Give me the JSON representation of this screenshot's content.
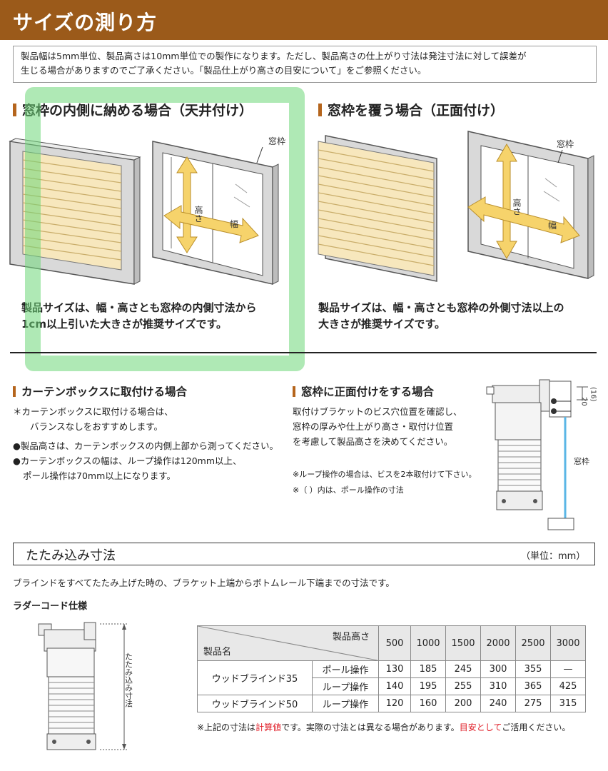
{
  "header": {
    "title": "サイズの測り方",
    "bg_color": "#9b5a1a"
  },
  "notice": {
    "line1": "製品幅は5mm単位、製品高さは10mm単位での製作になります。ただし、製品高さの仕上がり寸法は発注寸法に対して誤差が",
    "line2": "生じる場合がありますのでご了承ください。「製品仕上がり高さの目安について」をご参照ください。"
  },
  "inside": {
    "title": "窓枠の内側に納める場合（天井付け）",
    "frame_label": "窓枠",
    "height_label": "高さ",
    "width_label": "幅",
    "caption1": "製品サイズは、幅・高さとも窓枠の内側寸法から",
    "caption2": "1cm以上引いた大きさが推奨サイズです。"
  },
  "outside": {
    "title": "窓枠を覆う場合（正面付け）",
    "frame_label": "窓枠",
    "height_label": "高さ",
    "width_label": "幅",
    "caption1": "製品サイズは、幅・高さとも窓枠の外側寸法以上の",
    "caption2": "大きさが推奨サイズです。"
  },
  "curtain_box": {
    "title": "カーテンボックスに取付ける場合",
    "line1": "＊カーテンボックスに取付ける場合は、",
    "line2": "バランスなしをおすすめします。",
    "line3": "●製品高さは、カーテンボックスの内側上部から測ってください。",
    "line4": "●カーテンボックスの幅は、ループ操作は120mm以上、",
    "line5": "ポール操作は70mm以上になります。"
  },
  "front_mount": {
    "title": "窓枠に正面付けをする場合",
    "line1": "取付けブラケットのビス穴位置を確認し、",
    "line2": "窓枠の厚みや仕上がり高さ・取付け位置",
    "line3": "を考慮して製品高さを決めてください。",
    "note1": "※ループ操作の場合は、ビスを2本取付けて下さい。",
    "note2": "※（ ）内は、ポール操作の寸法",
    "dim1": "20",
    "dim2": "(16)",
    "frame_label": "窓枠"
  },
  "folding": {
    "title": "たたみ込み寸法",
    "unit": "（単位：mm）",
    "description": "ブラインドをすべてたたみ上げた時の、ブラケット上端からボトムレール下端までの寸法です。",
    "ladder_title": "ラダーコード仕様",
    "vertical_label": "たたみ込み寸法",
    "table": {
      "col_header": "製品高さ",
      "row_header": "製品名",
      "heights": [
        "500",
        "1000",
        "1500",
        "2000",
        "2500",
        "3000"
      ],
      "rows": [
        {
          "product": "ウッドブラインド35",
          "op": "ポール操作",
          "values": [
            "130",
            "185",
            "245",
            "300",
            "355",
            "—"
          ]
        },
        {
          "product": "",
          "op": "ループ操作",
          "values": [
            "140",
            "195",
            "255",
            "310",
            "365",
            "425"
          ]
        },
        {
          "product": "ウッドブラインド50",
          "op": "ループ操作",
          "values": [
            "120",
            "160",
            "200",
            "240",
            "275",
            "315"
          ]
        }
      ]
    },
    "note_a": "※上記の寸法は",
    "note_b": "計算値",
    "note_c": "です。実際の寸法とは異なる場合があります。",
    "note_d": "目安として",
    "note_e": "ご活用ください。"
  }
}
